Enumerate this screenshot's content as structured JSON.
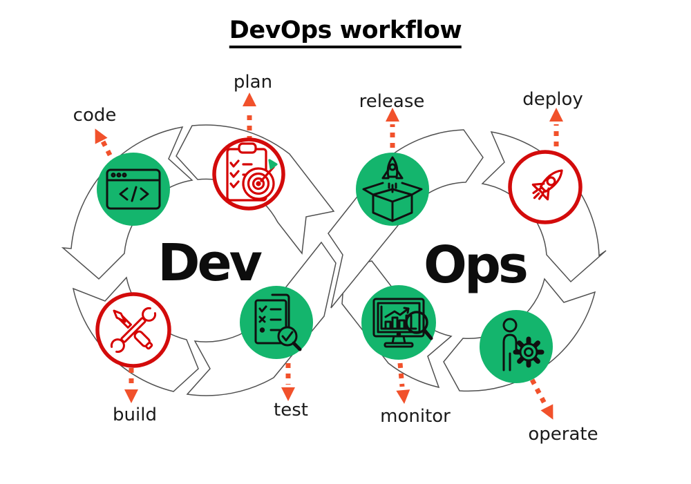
{
  "title": "DevOps workflow",
  "loops": {
    "left": "Dev",
    "right": "Ops"
  },
  "stages": [
    {
      "id": "code",
      "label": "code",
      "circle_style": "green",
      "icon": "code-window-icon"
    },
    {
      "id": "plan",
      "label": "plan",
      "circle_style": "white-red",
      "icon": "clipboard-target-icon"
    },
    {
      "id": "build",
      "label": "build",
      "circle_style": "white-red",
      "icon": "crossed-tools-icon"
    },
    {
      "id": "test",
      "label": "test",
      "circle_style": "green",
      "icon": "checklist-magnifier-icon"
    },
    {
      "id": "release",
      "label": "release",
      "circle_style": "green",
      "icon": "rocket-box-icon"
    },
    {
      "id": "deploy",
      "label": "deploy",
      "circle_style": "white-red",
      "icon": "rocket-icon"
    },
    {
      "id": "monitor",
      "label": "monitor",
      "circle_style": "green",
      "icon": "monitor-chart-magnifier-icon"
    },
    {
      "id": "operate",
      "label": "operate",
      "circle_style": "green",
      "icon": "person-gear-icon"
    }
  ],
  "colors": {
    "green": "#14b56d",
    "red": "#d30b0b",
    "arrow_orange": "#f1512b",
    "loop_outline_gray": "#4f4f4f",
    "text_black": "#111111"
  }
}
